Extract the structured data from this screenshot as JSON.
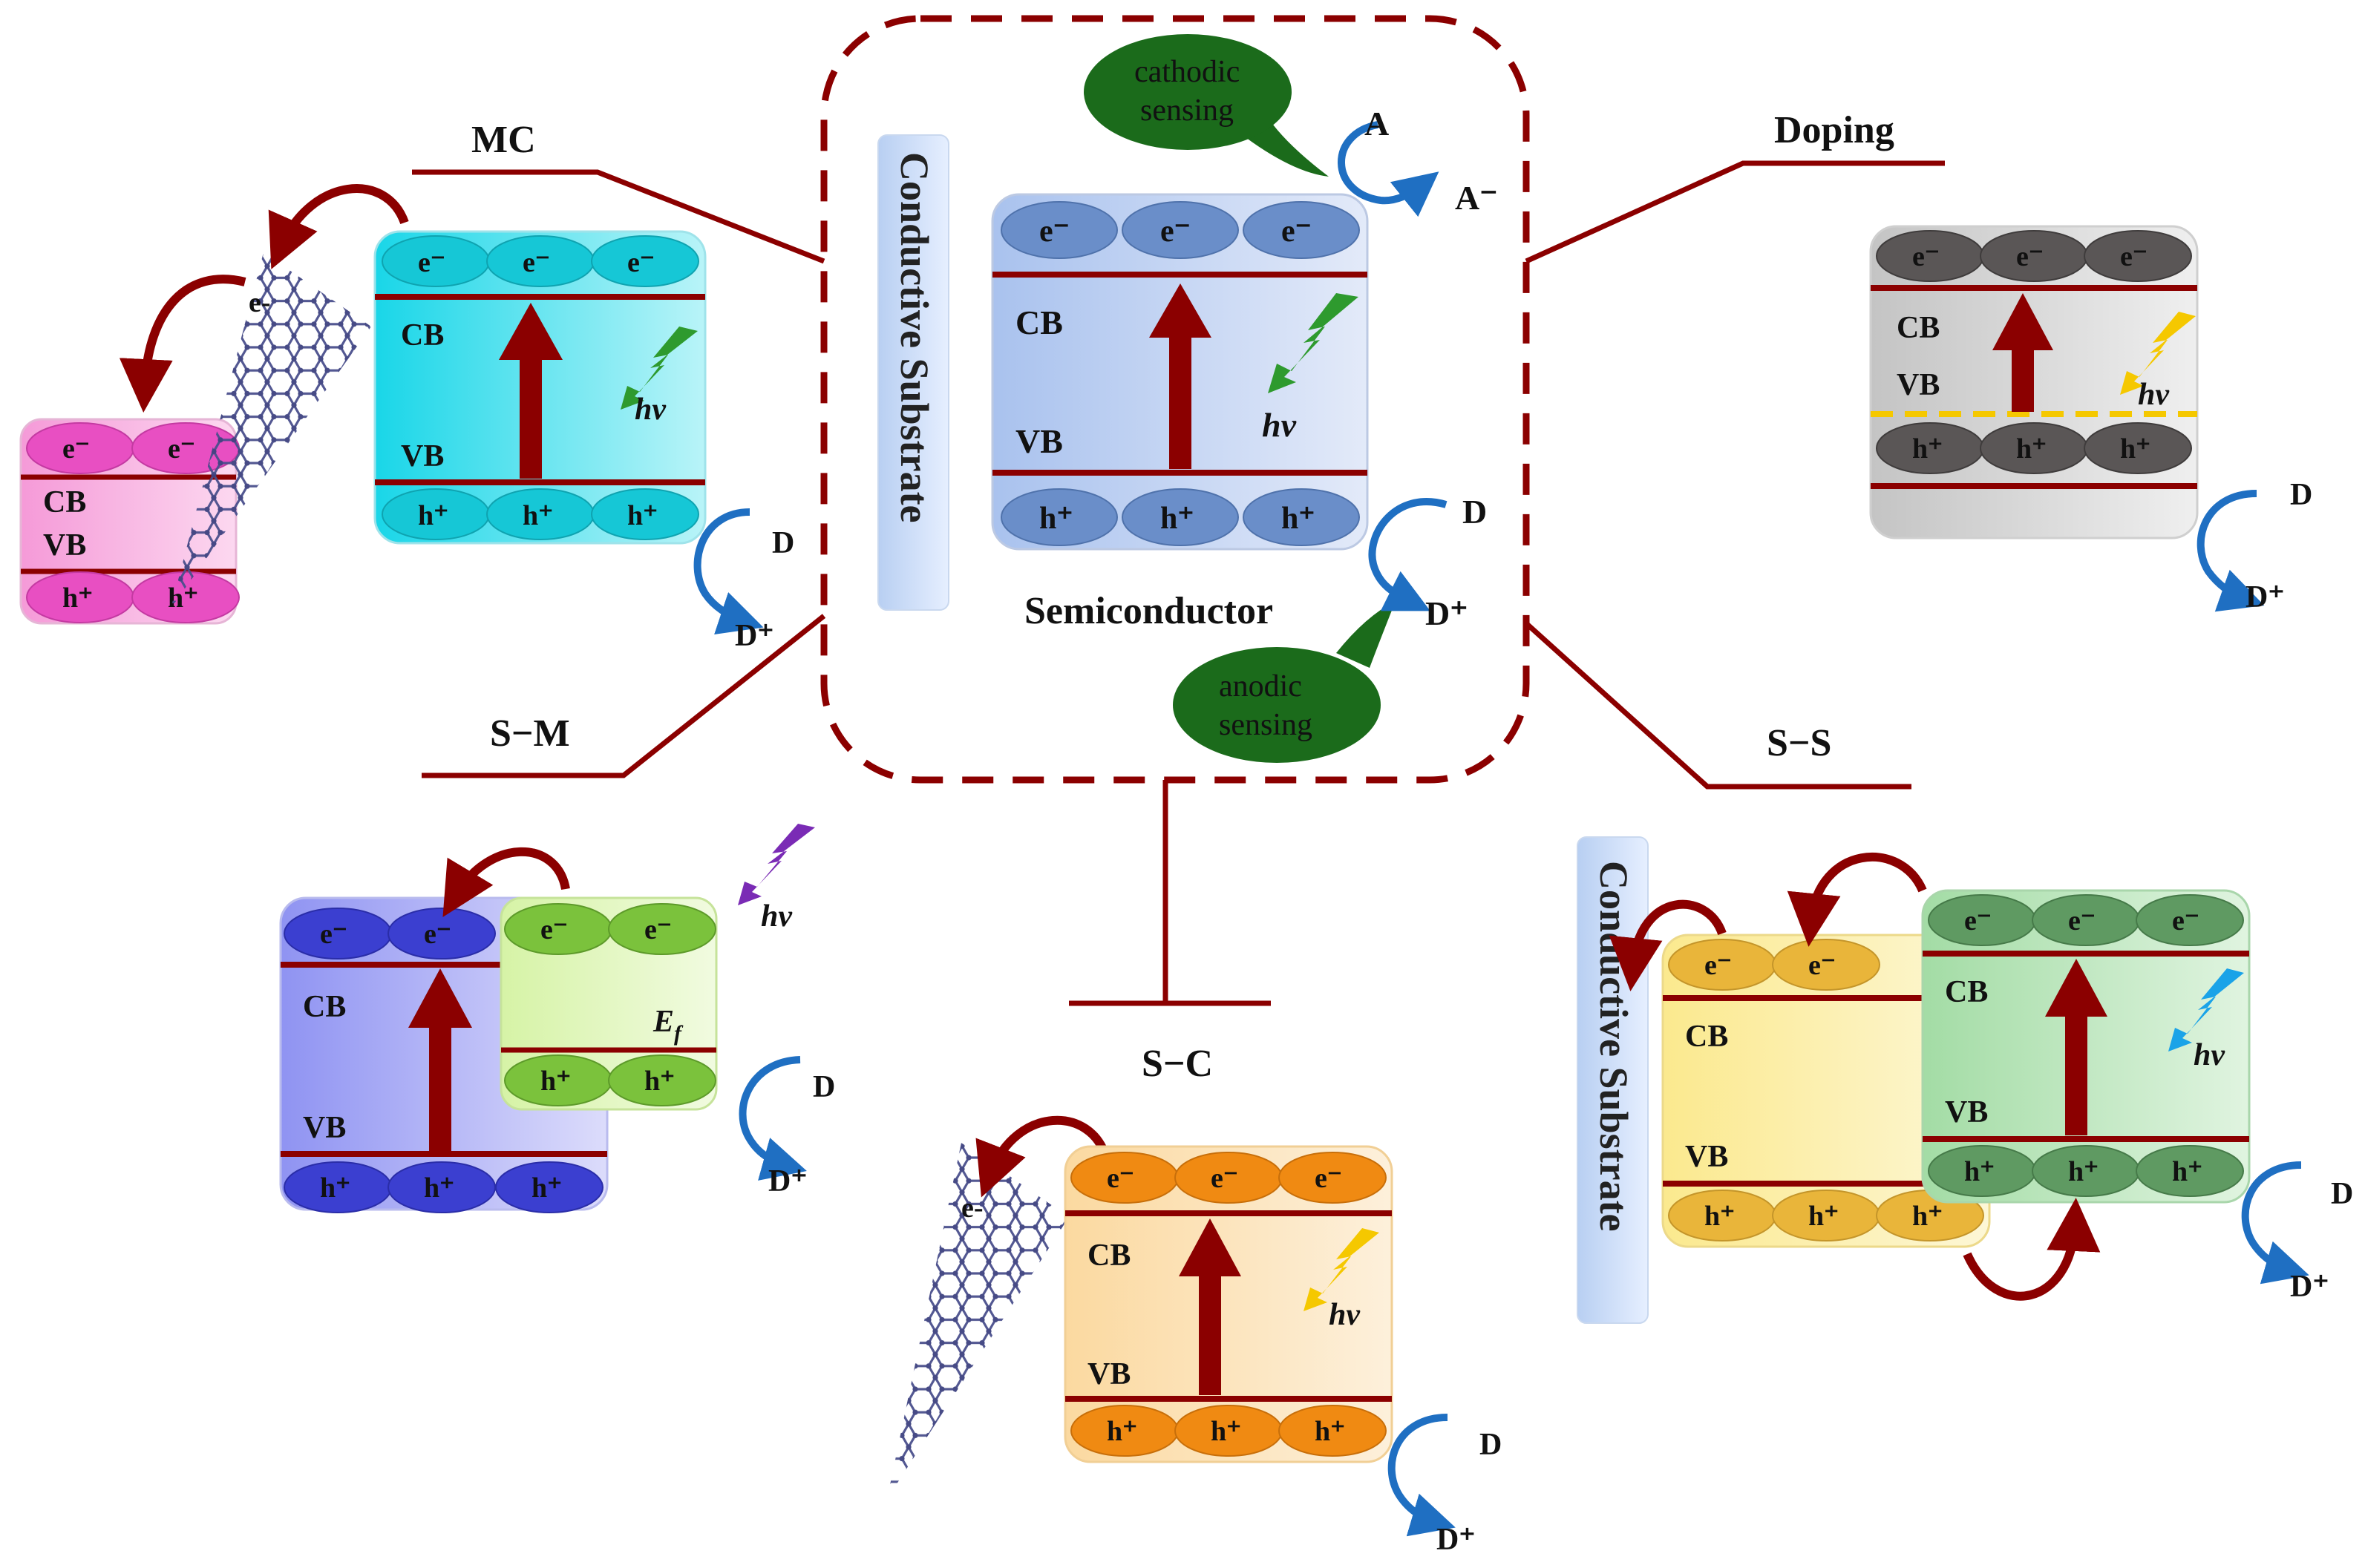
{
  "carriers": {
    "electron": "e⁻",
    "hole": "h⁺",
    "electron_alt": "e-"
  },
  "bands": {
    "cb": "CB",
    "vb": "VB"
  },
  "photon": "hv",
  "fermi": {
    "base": "E",
    "sub": "f"
  },
  "redox": {
    "donor": "D",
    "donor_ox": "D⁺",
    "acceptor": "A",
    "acceptor_red": "A⁻"
  },
  "center": {
    "substrate": "Conductive Substrate",
    "semiconductor": "Semiconductor",
    "cathodic": [
      "cathodic",
      "sensing"
    ],
    "anodic": [
      "anodic",
      "sensing"
    ]
  },
  "branches": {
    "mc": "MC",
    "doping": "Doping",
    "sm": "S−M",
    "ss": "S−S",
    "sc": "S−C",
    "ss_substrate": "Conductive Substrate"
  },
  "colors": {
    "band_line": "#8b0000",
    "arrow": "#8b0000",
    "dashed_box": "#8b0000",
    "bubble": "#1b6b1b",
    "redox_arrow": "#1f6fc2",
    "hv_green": "#2e9a2e",
    "hv_yellow": "#f5c800",
    "hv_purple": "#7a2bb5",
    "hv_blue": "#1aa3e8"
  },
  "icons": [
    "bolt-icon",
    "curved-arrow-icon",
    "graphene-sheet-icon"
  ]
}
